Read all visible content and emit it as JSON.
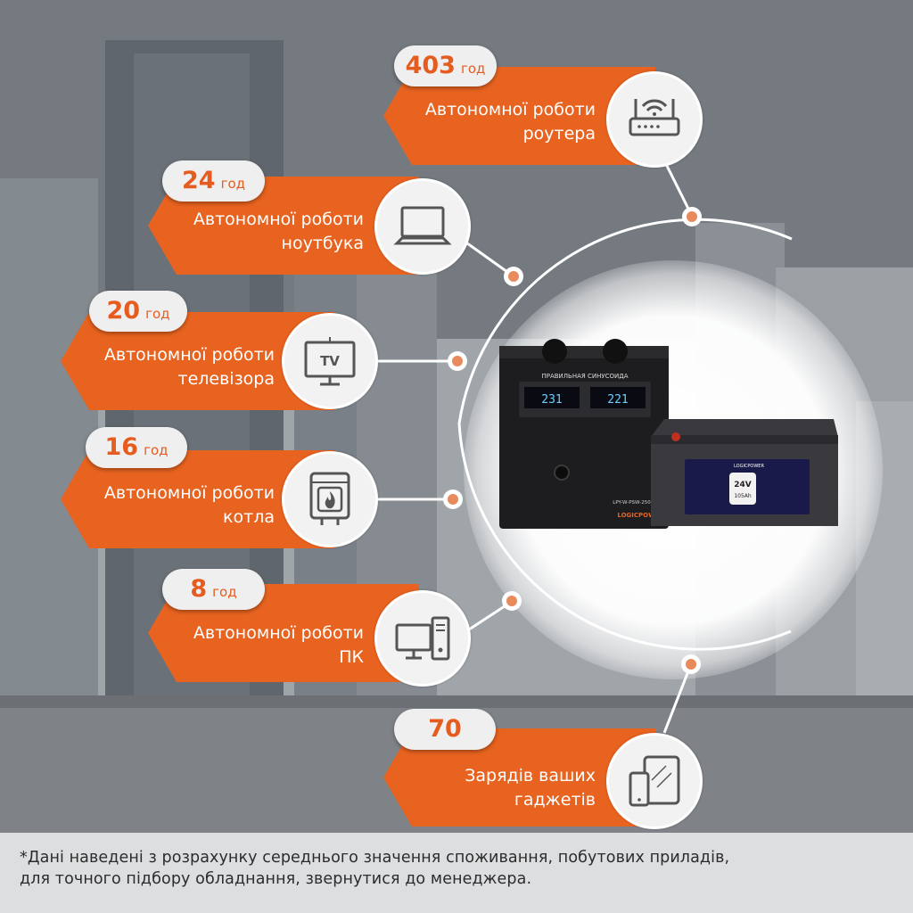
{
  "colors": {
    "accent": "#e8631f",
    "pill": "#efefef",
    "number": "#e65c1f"
  },
  "items": [
    {
      "value": "403",
      "unit": "год",
      "line1": "Автономної роботи",
      "line2": "роутера",
      "icon": "router-icon"
    },
    {
      "value": "24",
      "unit": "год",
      "line1": "Автономної роботи",
      "line2": "ноутбука",
      "icon": "laptop-icon"
    },
    {
      "value": "20",
      "unit": "год",
      "line1": "Автономної роботи",
      "line2": "телевізора",
      "icon": "tv-icon",
      "icon_text": "TV"
    },
    {
      "value": "16",
      "unit": "год",
      "line1": "Автономної роботи",
      "line2": "котла",
      "icon": "boiler-icon"
    },
    {
      "value": "8",
      "unit": "год",
      "line1": "Автономної роботи",
      "line2": "ПК",
      "icon": "pc-icon"
    },
    {
      "value": "70",
      "unit": "",
      "line1": "Зарядів ваших",
      "line2": "гаджетів",
      "icon": "gadgets-icon"
    }
  ],
  "product": {
    "inverter_panel_title": "ПРАВИЛЬНАЯ СИНУСОИДА",
    "inverter_display_left": "231",
    "inverter_display_right": "221",
    "inverter_model": "LPY-W-PSW-2500VA+",
    "inverter_brand": "LOGICPOWER",
    "battery_brand": "LOGICPOWER",
    "battery_voltage": "24V",
    "battery_capacity": "105Ah"
  },
  "footnote": {
    "line1": "*Дані наведені з розрахунку середнього значення споживання, побутових приладів,",
    "line2": "для точного підбору обладнання, звернутися до менеджера."
  }
}
